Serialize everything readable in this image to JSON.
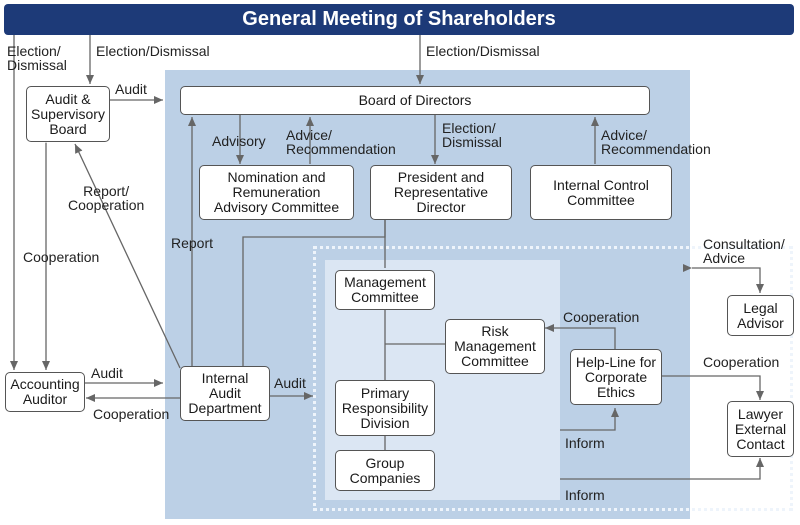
{
  "header": {
    "title": "General Meeting of Shareholders"
  },
  "boxes": {
    "audit_board": "Audit &\nSupervisory\nBoard",
    "board": "Board of Directors",
    "nomination": "Nomination and\nRemuneration\nAdvisory Committee",
    "president": "President and\nRepresentative\nDirector",
    "internal_control": "Internal Control\nCommittee",
    "management": "Management\nCommittee",
    "risk": "Risk\nManagement\nCommittee",
    "helpline": "Help-Line for\nCorporate\nEthics",
    "legal_advisor": "Legal\nAdvisor",
    "accounting_auditor": "Accounting\nAuditor",
    "internal_audit": "Internal\nAudit\nDepartment",
    "primary": "Primary\nResponsibility\nDivision",
    "group": "Group\nCompanies",
    "lawyer": "Lawyer\nExternal\nContact"
  },
  "labels": {
    "election_dismissal_left": "Election/\nDismissal",
    "election_dismissal_mid": "Election/Dismissal",
    "election_dismissal_board": "Election/Dismissal",
    "audit_top": "Audit",
    "advisory": "Advisory",
    "advice_rec_1": "Advice/\nRecommendation",
    "election_dismissal_president": "Election/\nDismissal",
    "advice_rec_2": "Advice/\nRecommendation",
    "report_cooperation": "Report/\nCooperation",
    "report": "Report",
    "cooperation_left": "Cooperation",
    "consultation_advice": "Consultation/\nAdvice",
    "cooperation_helpline_risk": "Cooperation",
    "cooperation_helpline_lawyer": "Cooperation",
    "audit_accounting": "Audit",
    "cooperation_bottom": "Cooperation",
    "audit_internal": "Audit",
    "inform_1": "Inform",
    "inform_2": "Inform"
  }
}
